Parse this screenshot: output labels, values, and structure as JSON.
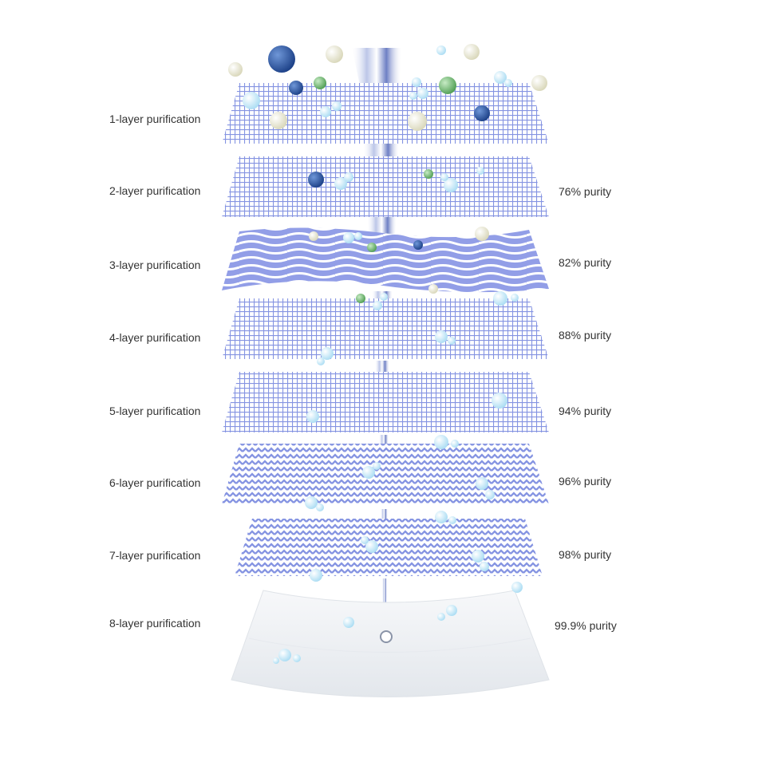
{
  "layers": [
    {
      "label": "1-layer purification",
      "purity": null,
      "pattern": "grid"
    },
    {
      "label": "2-layer purification",
      "purity": "76% purity",
      "pattern": "grid"
    },
    {
      "label": "3-layer purification",
      "purity": "82% purity",
      "pattern": "wave"
    },
    {
      "label": "4-layer purification",
      "purity": "88% purity",
      "pattern": "grid"
    },
    {
      "label": "5-layer purification",
      "purity": "94% purity",
      "pattern": "grid"
    },
    {
      "label": "6-layer purification",
      "purity": "96% purity",
      "pattern": "zigzag"
    },
    {
      "label": "7-layer purification",
      "purity": "98% purity",
      "pattern": "zigzag"
    },
    {
      "label": "8-layer purification",
      "purity": "99.9% purity",
      "pattern": "cotton"
    }
  ],
  "colors": {
    "sheet_fill": "#dfe4fb",
    "sheet_line": "#7f8ee0",
    "bottom_pad": "#eef1f5",
    "bubble": "#bfe6f7",
    "particle_dark": "#2a5aa8",
    "particle_green": "#7cc47a",
    "particle_cream": "#ecebd8",
    "label_text": "#333333"
  }
}
